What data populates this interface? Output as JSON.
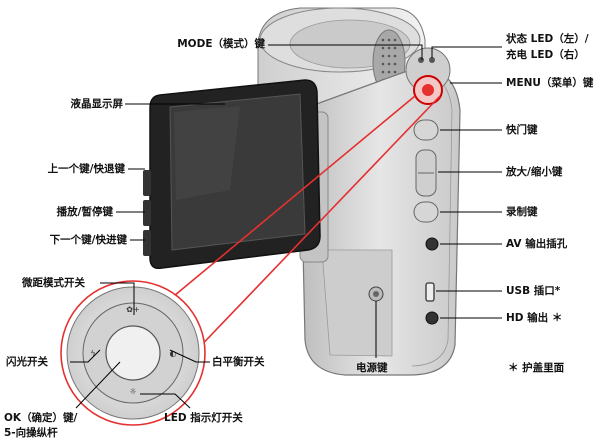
{
  "labels": {
    "mode_key": "MODE（模式）键",
    "status_led": "状态 LED（左）/",
    "charge_led": "充电 LED（右）",
    "menu_key": "MENU（菜单）键",
    "lcd_screen": "液晶显示屏",
    "shutter_key": "快门键",
    "prev_rewind": "上一个键/快退键",
    "zoom_key": "放大/缩小键",
    "play_pause": "播放/暂停键",
    "record_key": "录制键",
    "next_ff": "下一个键/快进键",
    "av_jack": "AV 输出插孔",
    "macro_switch": "微距模式开关",
    "usb_port": "USB 插口*",
    "hd_out": "HD 输出 ＊",
    "flash_switch": "闪光开关",
    "wb_switch": "白平衡开关",
    "power_key": "电源键",
    "cover_note": "＊ 护盖里面",
    "ok_key_1": "OK（确定）键/",
    "ok_key_2": "5-向操纵杆",
    "led_switch": "LED  指示灯开关"
  },
  "colors": {
    "body": "#d9d9d9",
    "dark": "#2a2a2a",
    "accent": "#e53030"
  }
}
